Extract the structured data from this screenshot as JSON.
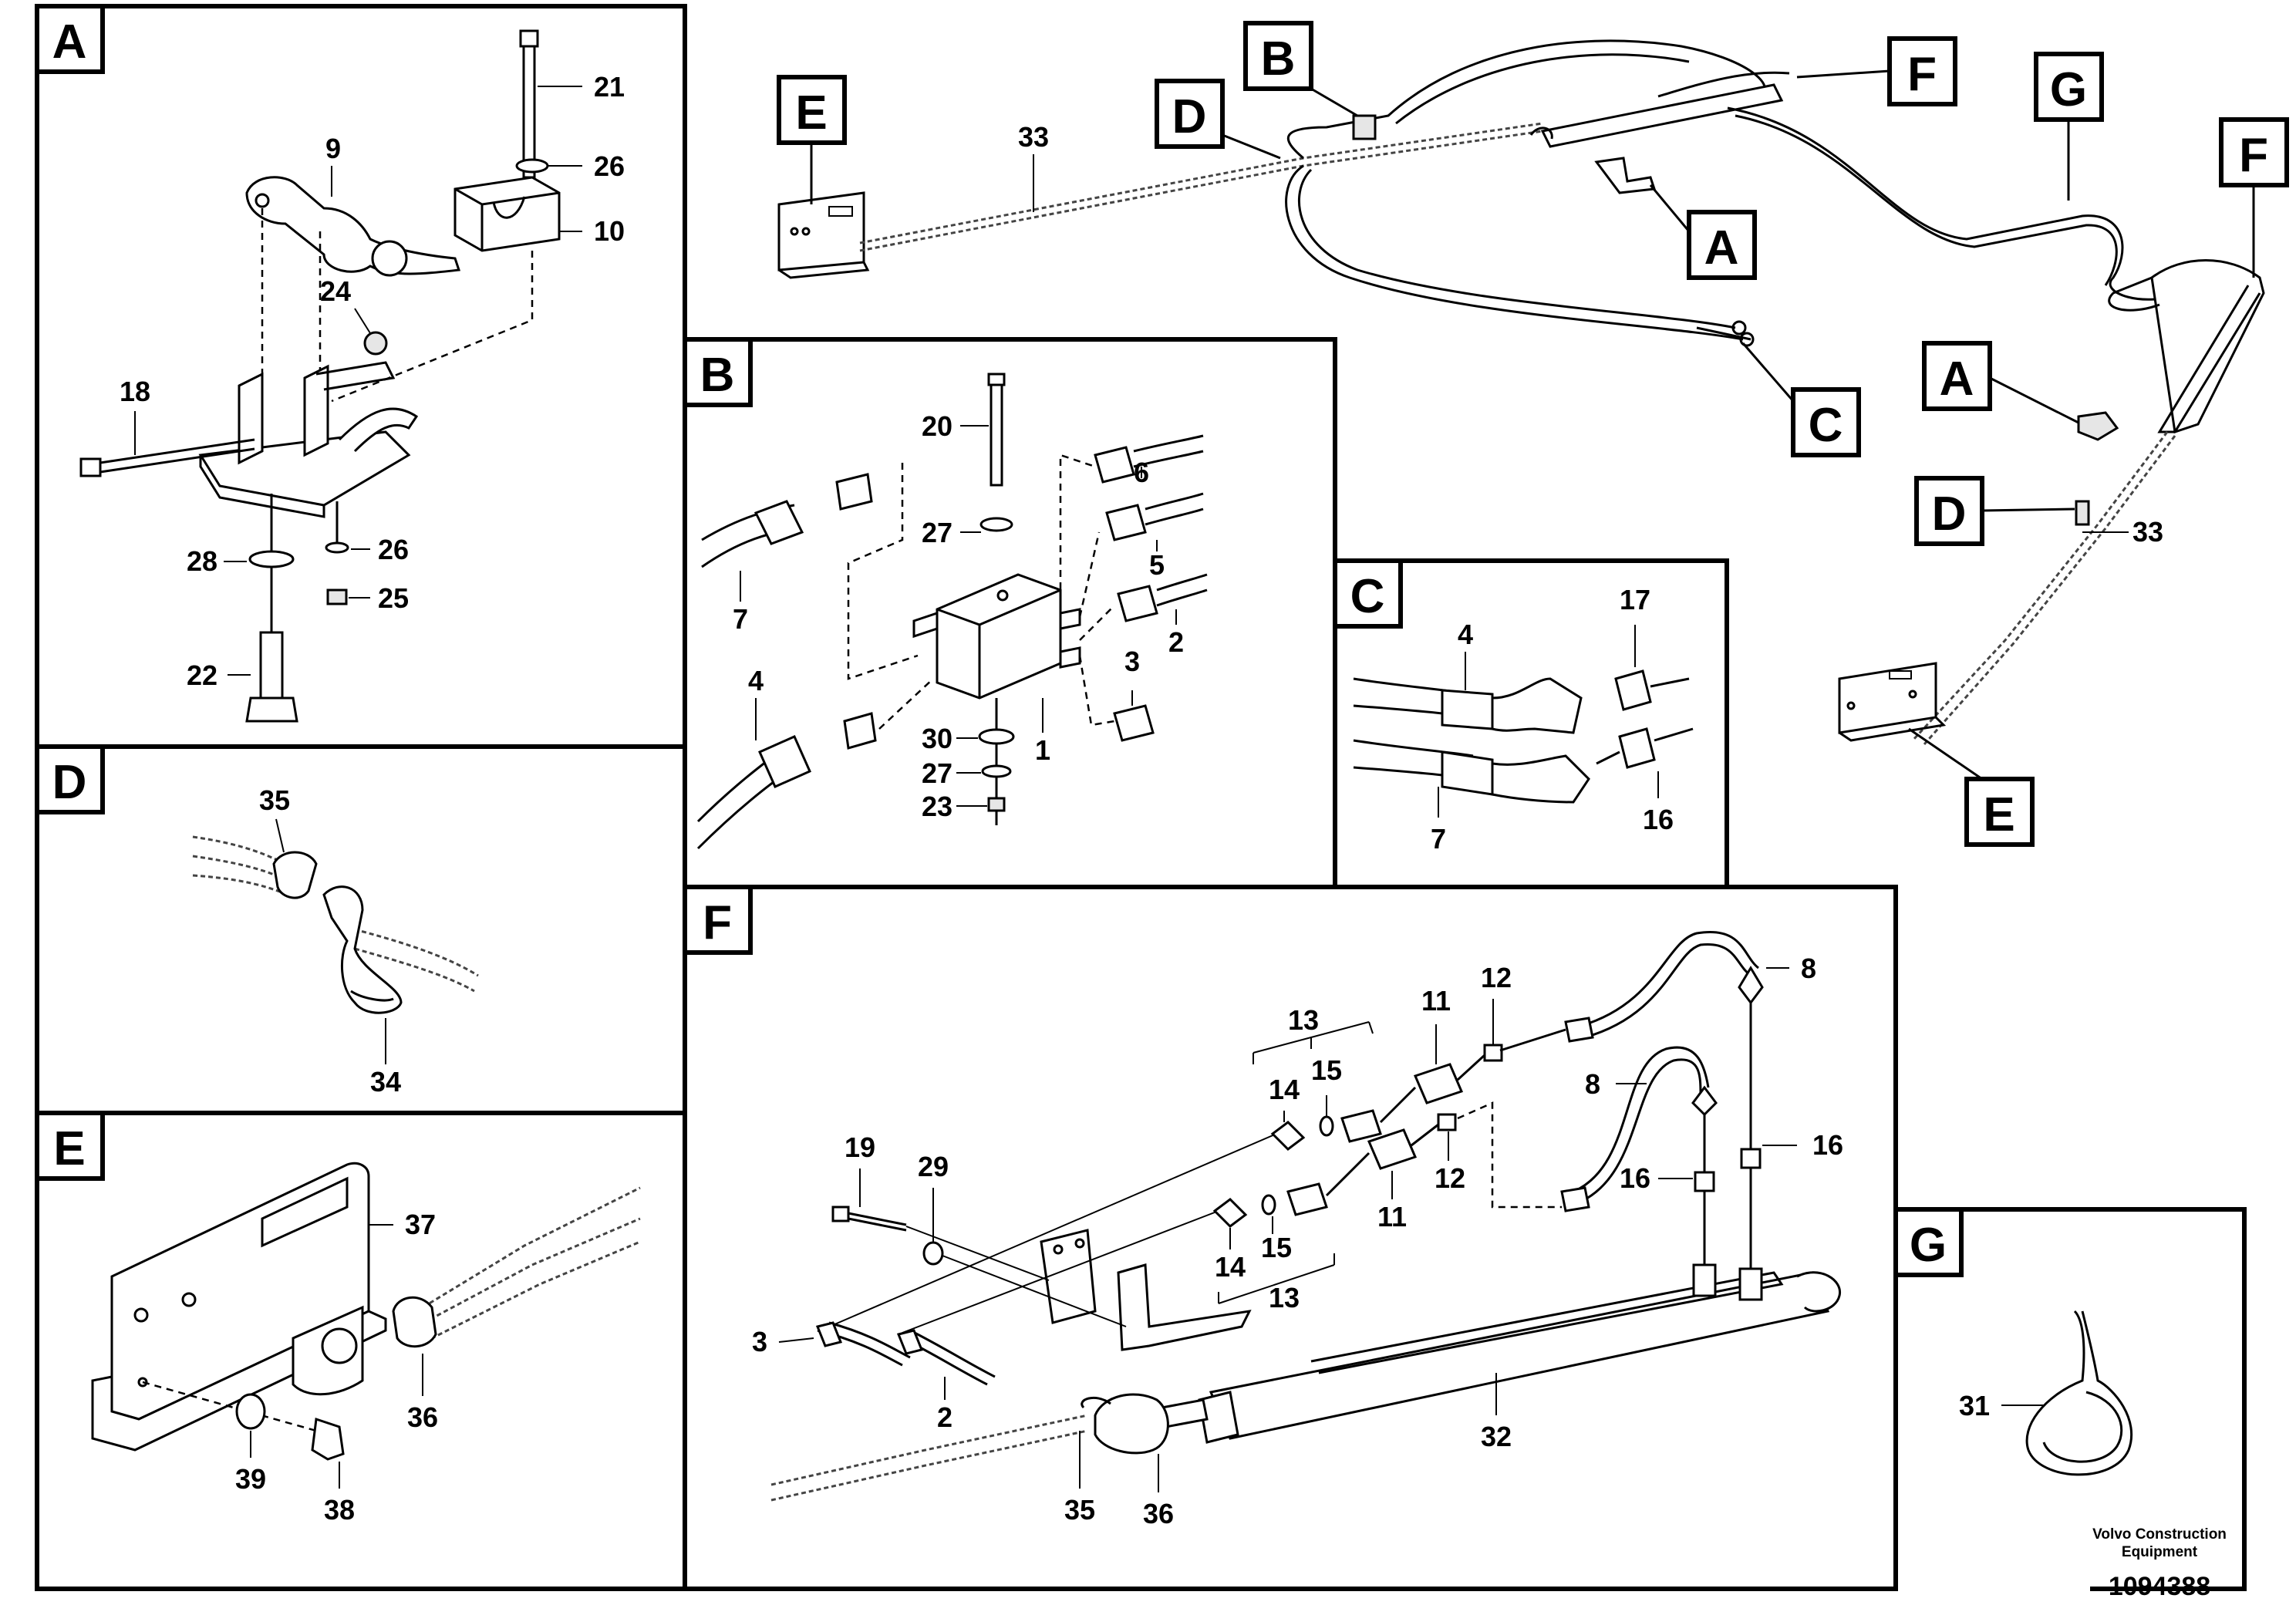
{
  "panels": {
    "A": "A",
    "B": "B",
    "C": "C",
    "D": "D",
    "E": "E",
    "F": "F",
    "G": "G"
  },
  "overview_tags": {
    "E1": "E",
    "B": "B",
    "D1": "D",
    "F1": "F",
    "G": "G",
    "F2": "F",
    "A1": "A",
    "C": "C",
    "A2": "A",
    "D2": "D",
    "E2": "E"
  },
  "callouts": {
    "ov33a": "33",
    "ov33b": "33",
    "a21": "21",
    "a9": "9",
    "a26a": "26",
    "a10": "10",
    "a24": "24",
    "a18": "18",
    "a28": "28",
    "a26b": "26",
    "a25": "25",
    "a22": "22",
    "b20": "20",
    "b6": "6",
    "b27a": "27",
    "b5": "5",
    "b7": "7",
    "b2": "2",
    "b4": "4",
    "b3": "3",
    "b30": "30",
    "b1": "1",
    "b27b": "27",
    "b23": "23",
    "c4": "4",
    "c17": "17",
    "c7": "7",
    "c16": "16",
    "d35": "35",
    "d34": "34",
    "e37": "37",
    "e36": "36",
    "e39": "39",
    "e38": "38",
    "f13a": "13",
    "f11a": "11",
    "f12a": "12",
    "f8a": "8",
    "f14a": "14",
    "f15a": "15",
    "f8b": "8",
    "f16a": "16",
    "f16b": "16",
    "f19": "19",
    "f29": "29",
    "f11b": "11",
    "f12b": "12",
    "f14b": "14",
    "f15b": "15",
    "f13b": "13",
    "f3": "3",
    "f2": "2",
    "f32": "32",
    "f35": "35",
    "f36": "36",
    "g31": "31"
  },
  "footer": {
    "brand_line1": "Volvo Construction",
    "brand_line2": "Equipment",
    "drawing_number": "1094388"
  }
}
